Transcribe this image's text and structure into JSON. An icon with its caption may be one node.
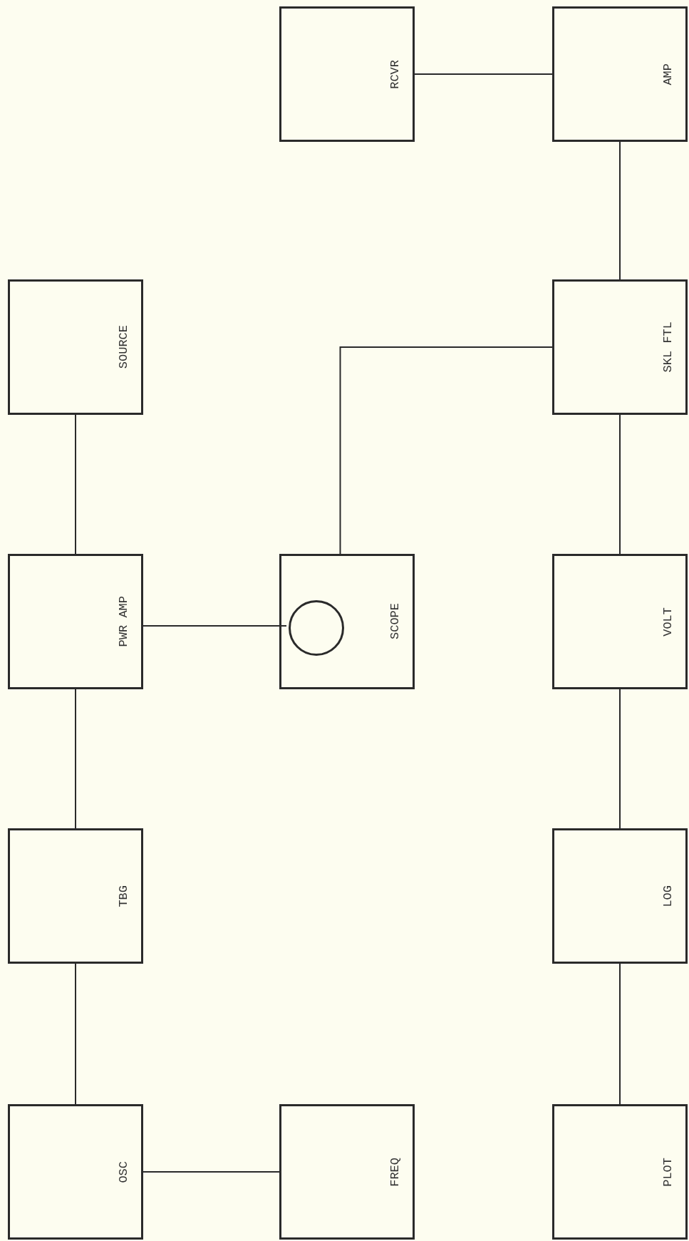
{
  "diagram": {
    "nodes": [
      {
        "text": [
          "SOURCE"
        ]
      },
      {
        "text": [
          "PWR AMP"
        ]
      },
      {
        "text": [
          "TBG"
        ]
      },
      {
        "text": [
          "OSC"
        ]
      },
      {
        "text": [
          "RCVR"
        ]
      },
      {
        "text": [
          "SCOPE"
        ]
      },
      {
        "text": [],
        "shape": "circle",
        "in": 5
      },
      {
        "text": [
          "FREQ"
        ]
      },
      {
        "text": [
          "AMP"
        ]
      },
      {
        "text": [
          "SKL FTL"
        ]
      },
      {
        "text": [
          "VOLT"
        ]
      },
      {
        "text": [
          "LOG"
        ]
      },
      {
        "text": [
          "PLOT"
        ]
      }
    ],
    "edges": [
      {
        "from": 4,
        "to": 8,
        "arrow": "none"
      },
      {
        "from": 8,
        "to": 9,
        "arrow": "none"
      },
      {
        "from": 9,
        "to": 5,
        "arrow": "none"
      },
      {
        "from": 9,
        "to": 10,
        "arrow": "none"
      },
      {
        "from": 10,
        "to": 11,
        "arrow": "none"
      },
      {
        "from": 11,
        "to": 12,
        "arrow": "none"
      },
      {
        "from": 0,
        "to": 1,
        "arrow": "none"
      },
      {
        "from": 1,
        "to": 6,
        "arrow": "none"
      },
      {
        "from": 1,
        "to": 2,
        "arrow": "none"
      },
      {
        "from": 2,
        "to": 3,
        "arrow": "none"
      },
      {
        "from": 3,
        "to": 7,
        "arrow": "none"
      }
    ]
  }
}
